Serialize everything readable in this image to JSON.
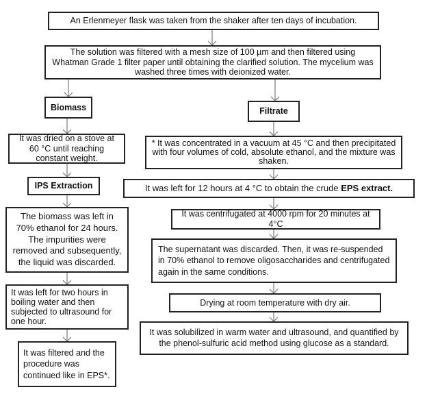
{
  "steps": {
    "flask": "An Erlenmeyer flask was taken from the shaker after ten days of incubation.",
    "filter": "The solution was filtered with a mesh size of 100 µm and then filtered using Whatman Grade 1 filter paper until obtaining the clarified solution. The mycelium was washed three times with deionized water.",
    "biomass": "Biomass",
    "filtrate": "Filtrate",
    "dried": "It was dried on a stove at 60 °C until reaching constant weight.",
    "ips_extraction": "IPS Extraction",
    "ethanol": "The biomass was left in 70% ethanol for 24 hours. The impurities were removed and subsequently, the liquid was discarded.",
    "boiling": "It was left for two hours in boiling water and then subjected to ultrasound for one hour.",
    "filtered_eps": "It was filtered and the procedure was continued like in EPS*.",
    "concentrated": "* It was concentrated in a vacuum at 45 °C and then precipitated with four volumes of cold, absolute ethanol, and the mixture was shaken.",
    "left12_prefix": "It was left for 12 hours at 4 °C to obtain the crude ",
    "left12_bold": "EPS extract.",
    "centrifugated": "It was centrifugated at 4000 rpm for 20 minutes at 4°C",
    "supernatant": "The supernatant was discarded. Then, it was re-suspended in 70% ethanol to remove oligosaccharides and centrifugated again in the same conditions.",
    "drying": "Drying at room temperature with dry air.",
    "solubilized": "It was solubilized in warm water and ultrasound, and quantified by the phenol-sulfuric acid method using glucose as a standard."
  }
}
